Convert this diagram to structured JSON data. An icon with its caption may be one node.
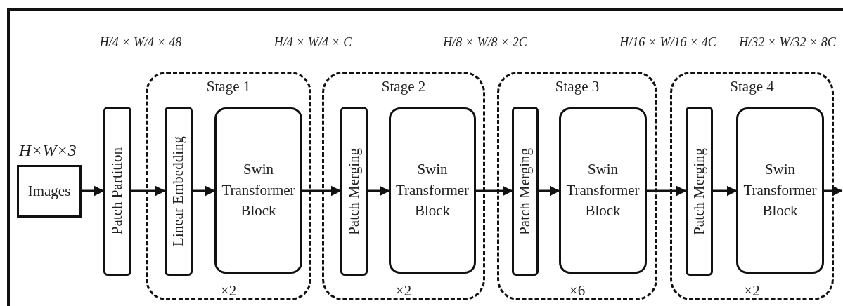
{
  "diagram": {
    "nodes": [
      {
        "text": [
          "Images"
        ],
        "beside": [
          "H×W×3"
        ]
      },
      {
        "text": [
          "Patch Partition"
        ]
      },
      {
        "text": [
          "Stage 1",
          "×2"
        ]
      },
      {
        "text": [
          "Linear Embedding"
        ],
        "in": 2
      },
      {
        "text": [
          "Swin Transformer Block"
        ],
        "in": 2
      },
      {
        "text": [
          "Stage 2",
          "×2"
        ]
      },
      {
        "text": [
          "Patch Merging"
        ],
        "in": 5
      },
      {
        "text": [
          "Swin Transformer Block"
        ],
        "in": 5
      },
      {
        "text": [
          "Stage 3",
          "×6"
        ]
      },
      {
        "text": [
          "Patch Merging"
        ],
        "in": 8
      },
      {
        "text": [
          "Swin Transformer Block"
        ],
        "in": 8
      },
      {
        "text": [
          "Stage 4",
          "×2"
        ]
      },
      {
        "text": [
          "Patch Merging"
        ],
        "in": 11
      },
      {
        "text": [
          "Swin Transformer Block"
        ],
        "in": 11
      }
    ],
    "edges": [
      {
        "from": 0,
        "to": 1,
        "arrow": "to"
      },
      {
        "from": 1,
        "to": 3,
        "arrow": "to"
      },
      {
        "from": 3,
        "to": 4,
        "arrow": "to"
      },
      {
        "from": 4,
        "to": 6,
        "arrow": "to"
      },
      {
        "from": 6,
        "to": 7,
        "arrow": "to"
      },
      {
        "from": 7,
        "to": 9,
        "arrow": "to"
      },
      {
        "from": 9,
        "to": 10,
        "arrow": "to"
      },
      {
        "from": 10,
        "to": 12,
        "arrow": "to"
      },
      {
        "from": 12,
        "to": 13,
        "arrow": "to"
      },
      {
        "from": 13,
        "to": null,
        "arrow": "to"
      }
    ],
    "labels": [
      "H/4 × W/4 × 48",
      "H/4 × W/4 × C",
      "H/8 × W/8 × 2C",
      "H/16 × W/16 × 4C",
      "H/32 × W/32 × 8C"
    ]
  }
}
